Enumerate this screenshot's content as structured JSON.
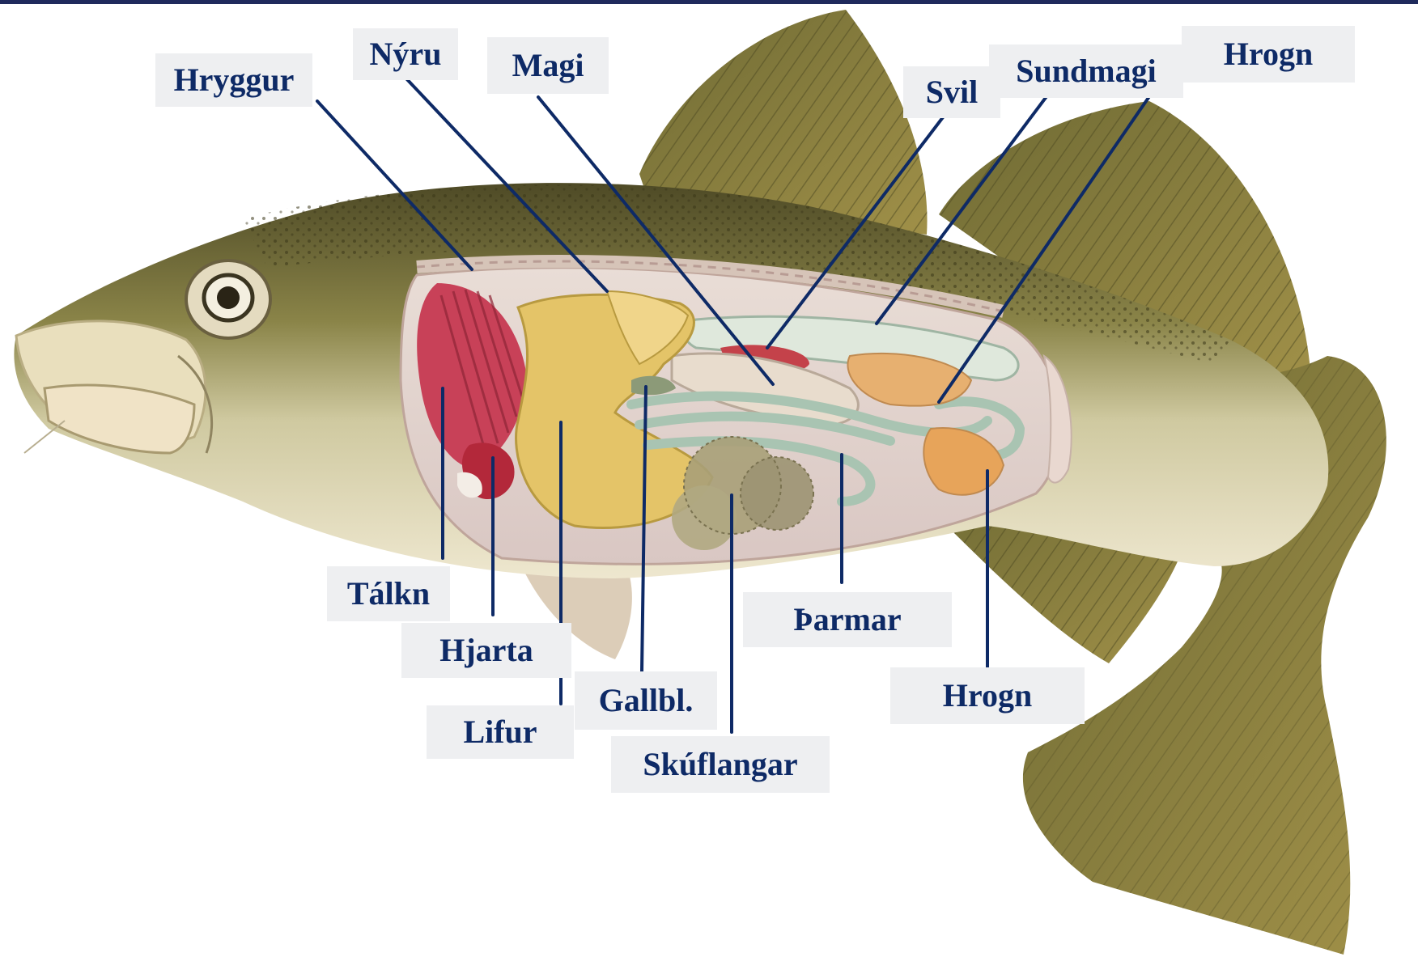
{
  "labels": {
    "hryggur": "Hryggur",
    "nyru": "Nýru",
    "magi": "Magi",
    "svil": "Svil",
    "sundmagi": "Sundmagi",
    "hrogn_top": "Hrogn",
    "talkn": "Tálkn",
    "hjarta": "Hjarta",
    "lifur": "Lifur",
    "gallbl": "Gallbl.",
    "skuflangar": "Skúflangar",
    "parmar": "Þarmar",
    "hrogn_bottom": "Hrogn"
  },
  "colors": {
    "label_text": "#0e2a66",
    "label_bg": "#eeeff1",
    "leader_line": "#0e2a66",
    "skin_dark": "#5a5a2a",
    "skin_belly": "#e8e0bf",
    "fin": "#8a7a3a",
    "gills": "#c8435a",
    "liver": "#e2c266",
    "intestine": "#a9c4b2",
    "swim_bladder": "#dfe6d8",
    "roe": "#e7a45a"
  }
}
